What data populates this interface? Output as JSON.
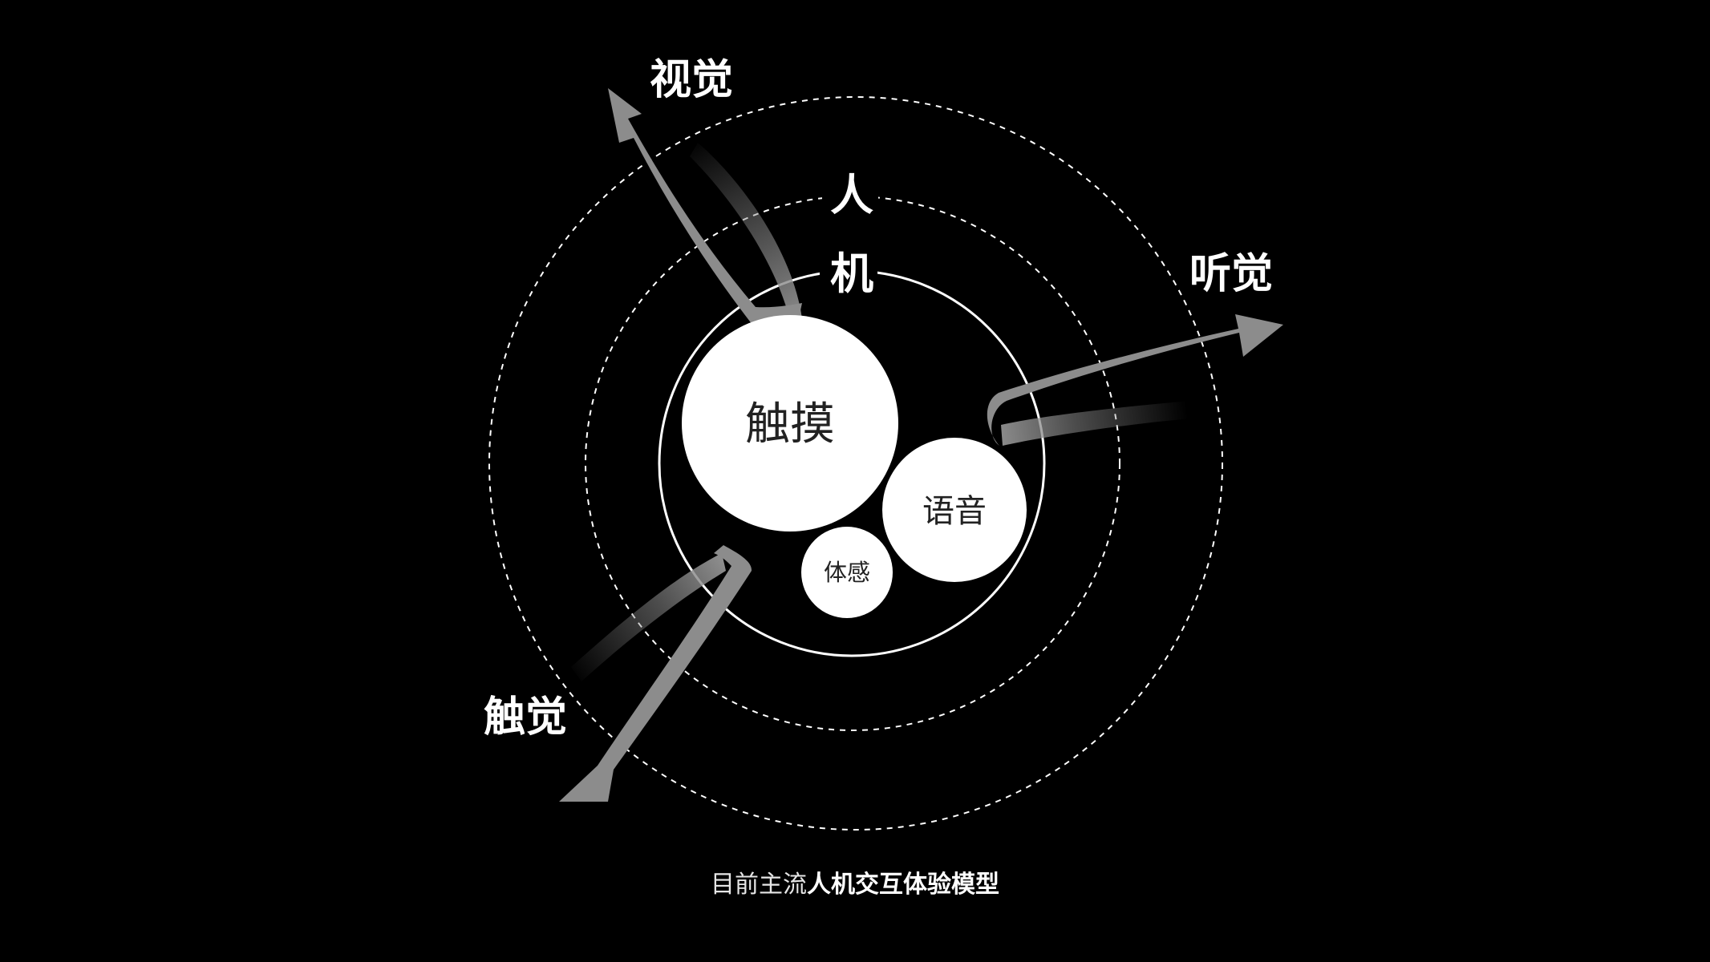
{
  "diagram": {
    "rings": {
      "outer_label": "人",
      "inner_label": "机"
    },
    "bubbles": {
      "touch": "触摸",
      "voice": "语音",
      "motion": "体感"
    },
    "senses": {
      "vision": "视觉",
      "hearing": "听觉",
      "tactile": "触觉"
    },
    "caption": {
      "prefix": "目前主流",
      "main": "人机交互体验模型"
    },
    "colors": {
      "background": "#000000",
      "foreground": "#ffffff",
      "arrow": "#8c8c8c",
      "bubble_text": "#222222"
    }
  }
}
